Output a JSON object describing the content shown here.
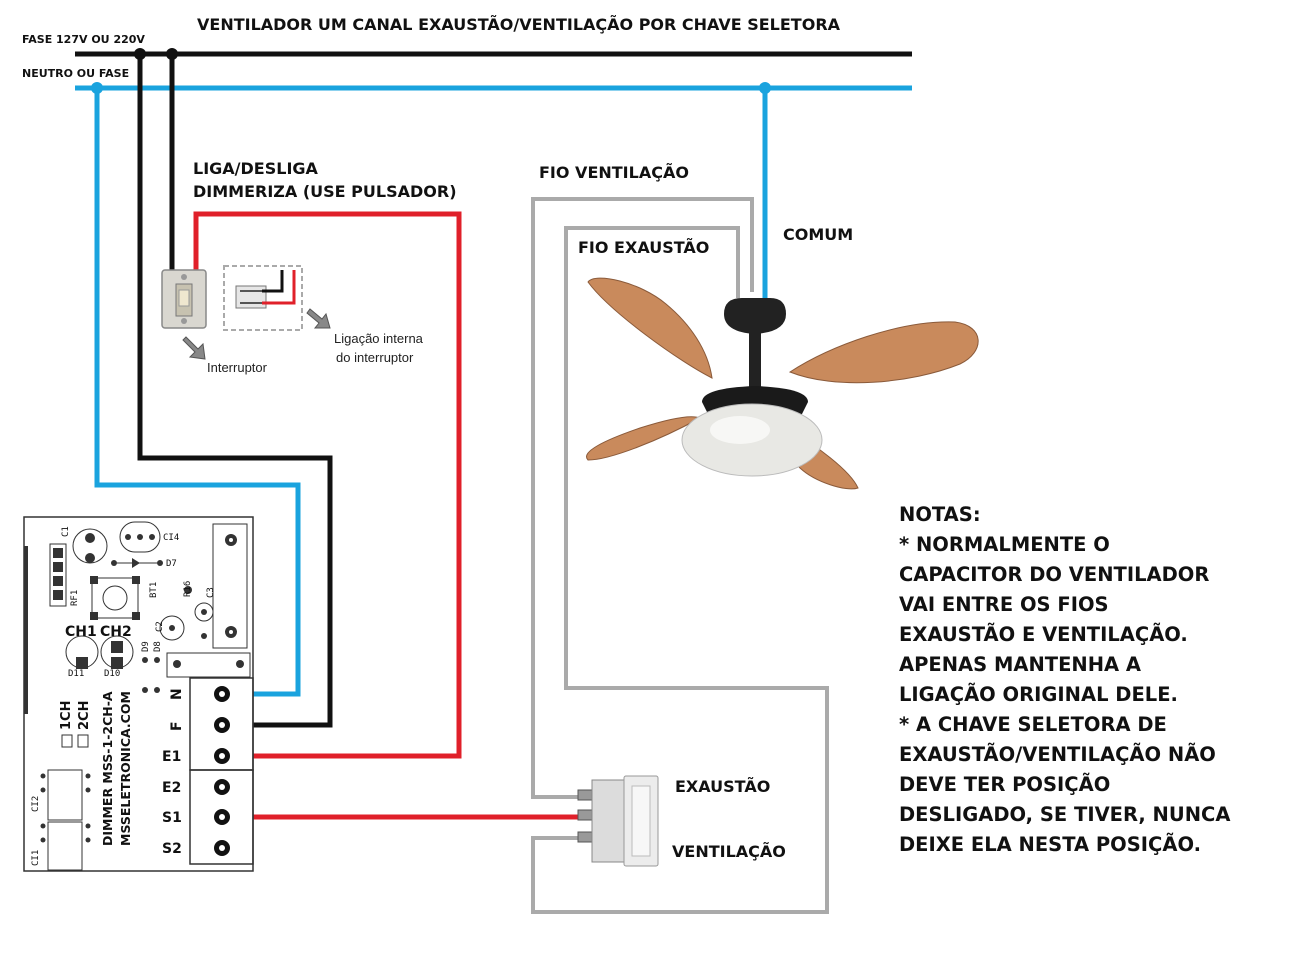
{
  "title": "VENTILADOR UM CANAL EXAUSTÃO/VENTILAÇÃO POR CHAVE SELETORA",
  "lines": {
    "phase_label": "FASE 127V OU 220V",
    "neutral_label": "NEUTRO OU FASE"
  },
  "switch": {
    "label_line1": "LIGA/DESLIGA",
    "label_line2": "DIMMERIZA (USE PULSADOR)",
    "interruptor_label": "Interruptor",
    "internal_label_line1": "Ligação interna",
    "internal_label_line2": "do interruptor"
  },
  "fan": {
    "ventilation_wire_label": "FIO VENTILAÇÃO",
    "exhaust_wire_label": "FIO EXAUSTÃO",
    "common_label": "COMUM"
  },
  "selector": {
    "exhaust_label": "EXAUSTÃO",
    "ventilation_label": "VENTILAÇÃO"
  },
  "board": {
    "ch1": "CH1",
    "ch2": "CH2",
    "opt_1ch": "1CH",
    "opt_2ch": "2CH",
    "model": "DIMMER MSS-1-2CH-A",
    "site": "MSSELETRONICA.COM",
    "terminals": [
      "N",
      "F",
      "E1",
      "E2",
      "S1",
      "S2"
    ],
    "components": [
      "C1",
      "CI4",
      "D7",
      "RF1",
      "BT1",
      "R16",
      "C3",
      "C2",
      "D9",
      "D8",
      "D11",
      "D10",
      "CI2",
      "CI1"
    ]
  },
  "notes": [
    "NOTAS:",
    "* NORMALMENTE O",
    "CAPACITOR DO VENTILADOR",
    "VAI ENTRE OS FIOS",
    "EXAUSTÃO E VENTILAÇÃO.",
    "APENAS MANTENHA A",
    "LIGAÇÃO ORIGINAL DELE.",
    "* A CHAVE SELETORA DE",
    "EXAUSTÃO/VENTILAÇÃO NÃO",
    "DEVE TER POSIÇÃO",
    "DESLIGADO, SE TIVER, NUNCA",
    "DEIXE ELA NESTA POSIÇÃO."
  ],
  "colors": {
    "phase_wire": "#111111",
    "neutral_wire": "#1aa3de",
    "switched_wire": "#e0202a",
    "fan_wire": "#aaaaaa",
    "blade": "#c98a5c"
  }
}
